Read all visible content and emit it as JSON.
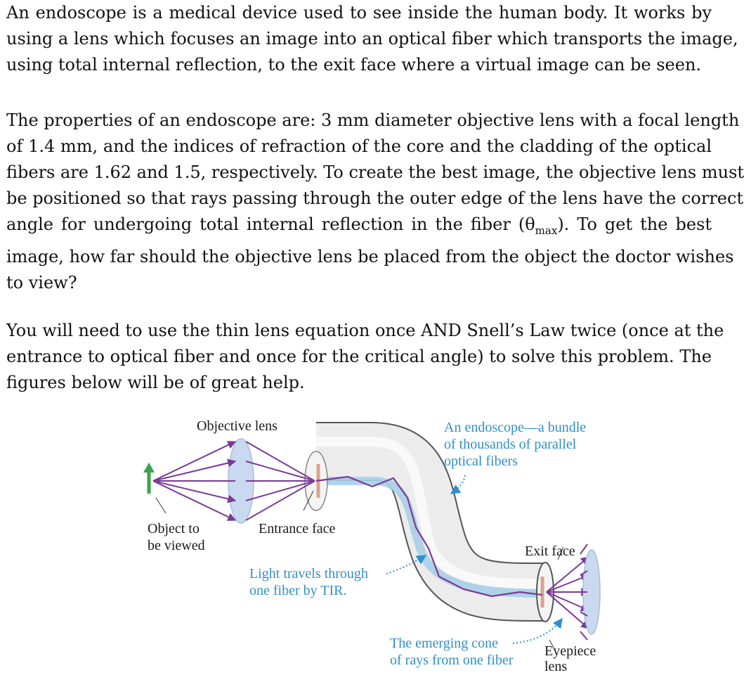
{
  "paragraphs": {
    "p1": [
      "An endoscope is a medical device used to see inside the human body. It works by",
      "using a lens which focuses an image into an optical fiber which transports the image,",
      "using total internal reflection, to the exit face where a virtual image can be seen."
    ],
    "p2": [
      "The properties of an endoscope are: 3 mm diameter objective lens with a focal length",
      "of 1.4 mm, and the indices of refraction of the core and the cladding of the optical",
      "fibers are 1.62 and 1.5, respectively.  To create the best image, the objective lens must",
      "be positioned so that rays passing through the outer edge of the lens have the correct",
      "image, how far should the objective lens be placed from the object the doctor wishes",
      "to view?"
    ],
    "p2_line5": {
      "before": "angle for undergoing total internal reflection in the fiber (θ",
      "sub": "max",
      "after": ").  To get the best"
    },
    "p3": [
      "You will need to use the thin lens equation once AND Snell’s Law twice (once at the",
      "entrance to optical fiber and once for the critical angle) to solve this problem. The",
      "figures below will be of great help."
    ]
  },
  "figure": {
    "objective_lens": "Objective lens",
    "object_line1": "Object to",
    "object_line2": "be viewed",
    "entrance_face": "Entrance face",
    "endoscope_line1": "An endoscope—a bundle",
    "endoscope_line2": "of thousands of parallel",
    "endoscope_line3": "optical fibers",
    "tir_line1": "Light travels through",
    "tir_line2": "one fiber by TIR.",
    "exit_face": "Exit face",
    "cone_line1": "The emerging cone",
    "cone_line2": "of rays from one fiber",
    "eyepiece_line1": "Eyepiece",
    "eyepiece_line2": "lens"
  },
  "colors": {
    "ray": "#7a3a96",
    "label_blue": "#2f8fc9",
    "lens": "#c9d9f0",
    "arrow_green": "#3aa34a",
    "tube": "#e6e6e6"
  }
}
